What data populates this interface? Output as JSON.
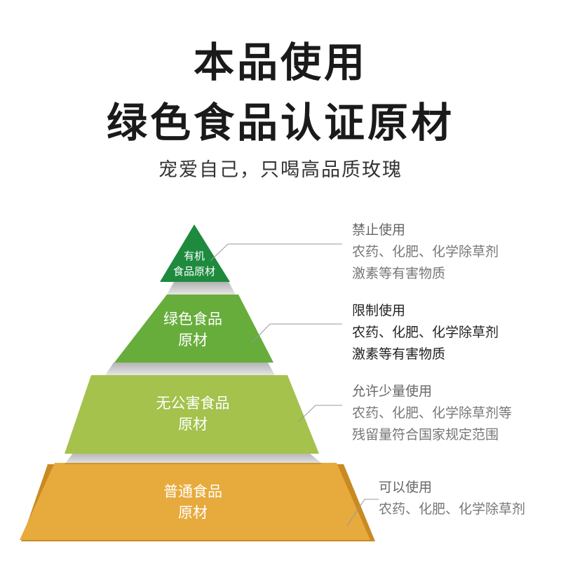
{
  "title": {
    "line1": "本品使用",
    "line2": "绿色食品认证原材"
  },
  "subtitle": "宠爱自己，只喝高品质玫瑰",
  "pyramid": {
    "tiers": [
      {
        "line1": "有机",
        "line2": "食品原材",
        "color": "#1e8a3e"
      },
      {
        "line1": "绿色食品",
        "line2": "原材",
        "color": "#67ad3c"
      },
      {
        "line1": "无公害食品",
        "line2": "原材",
        "color": "#a4c24c"
      },
      {
        "line1": "普通食品",
        "line2": "原材",
        "color": "#e7aa3c"
      }
    ]
  },
  "annotations": [
    {
      "heading": "禁止使用",
      "line1": "农药、化肥、化学除草剂",
      "line2": "激素等有害物质"
    },
    {
      "heading": "限制使用",
      "line1": "农药、化肥、化学除草剂",
      "line2": "激素等有害物质"
    },
    {
      "heading": "允许少量使用",
      "line1": "农药、化肥、化学除草剂等",
      "line2": "残留量符合国家规定范围"
    },
    {
      "heading": "可以使用",
      "line1": "农药、化肥、化学除草剂"
    }
  ]
}
